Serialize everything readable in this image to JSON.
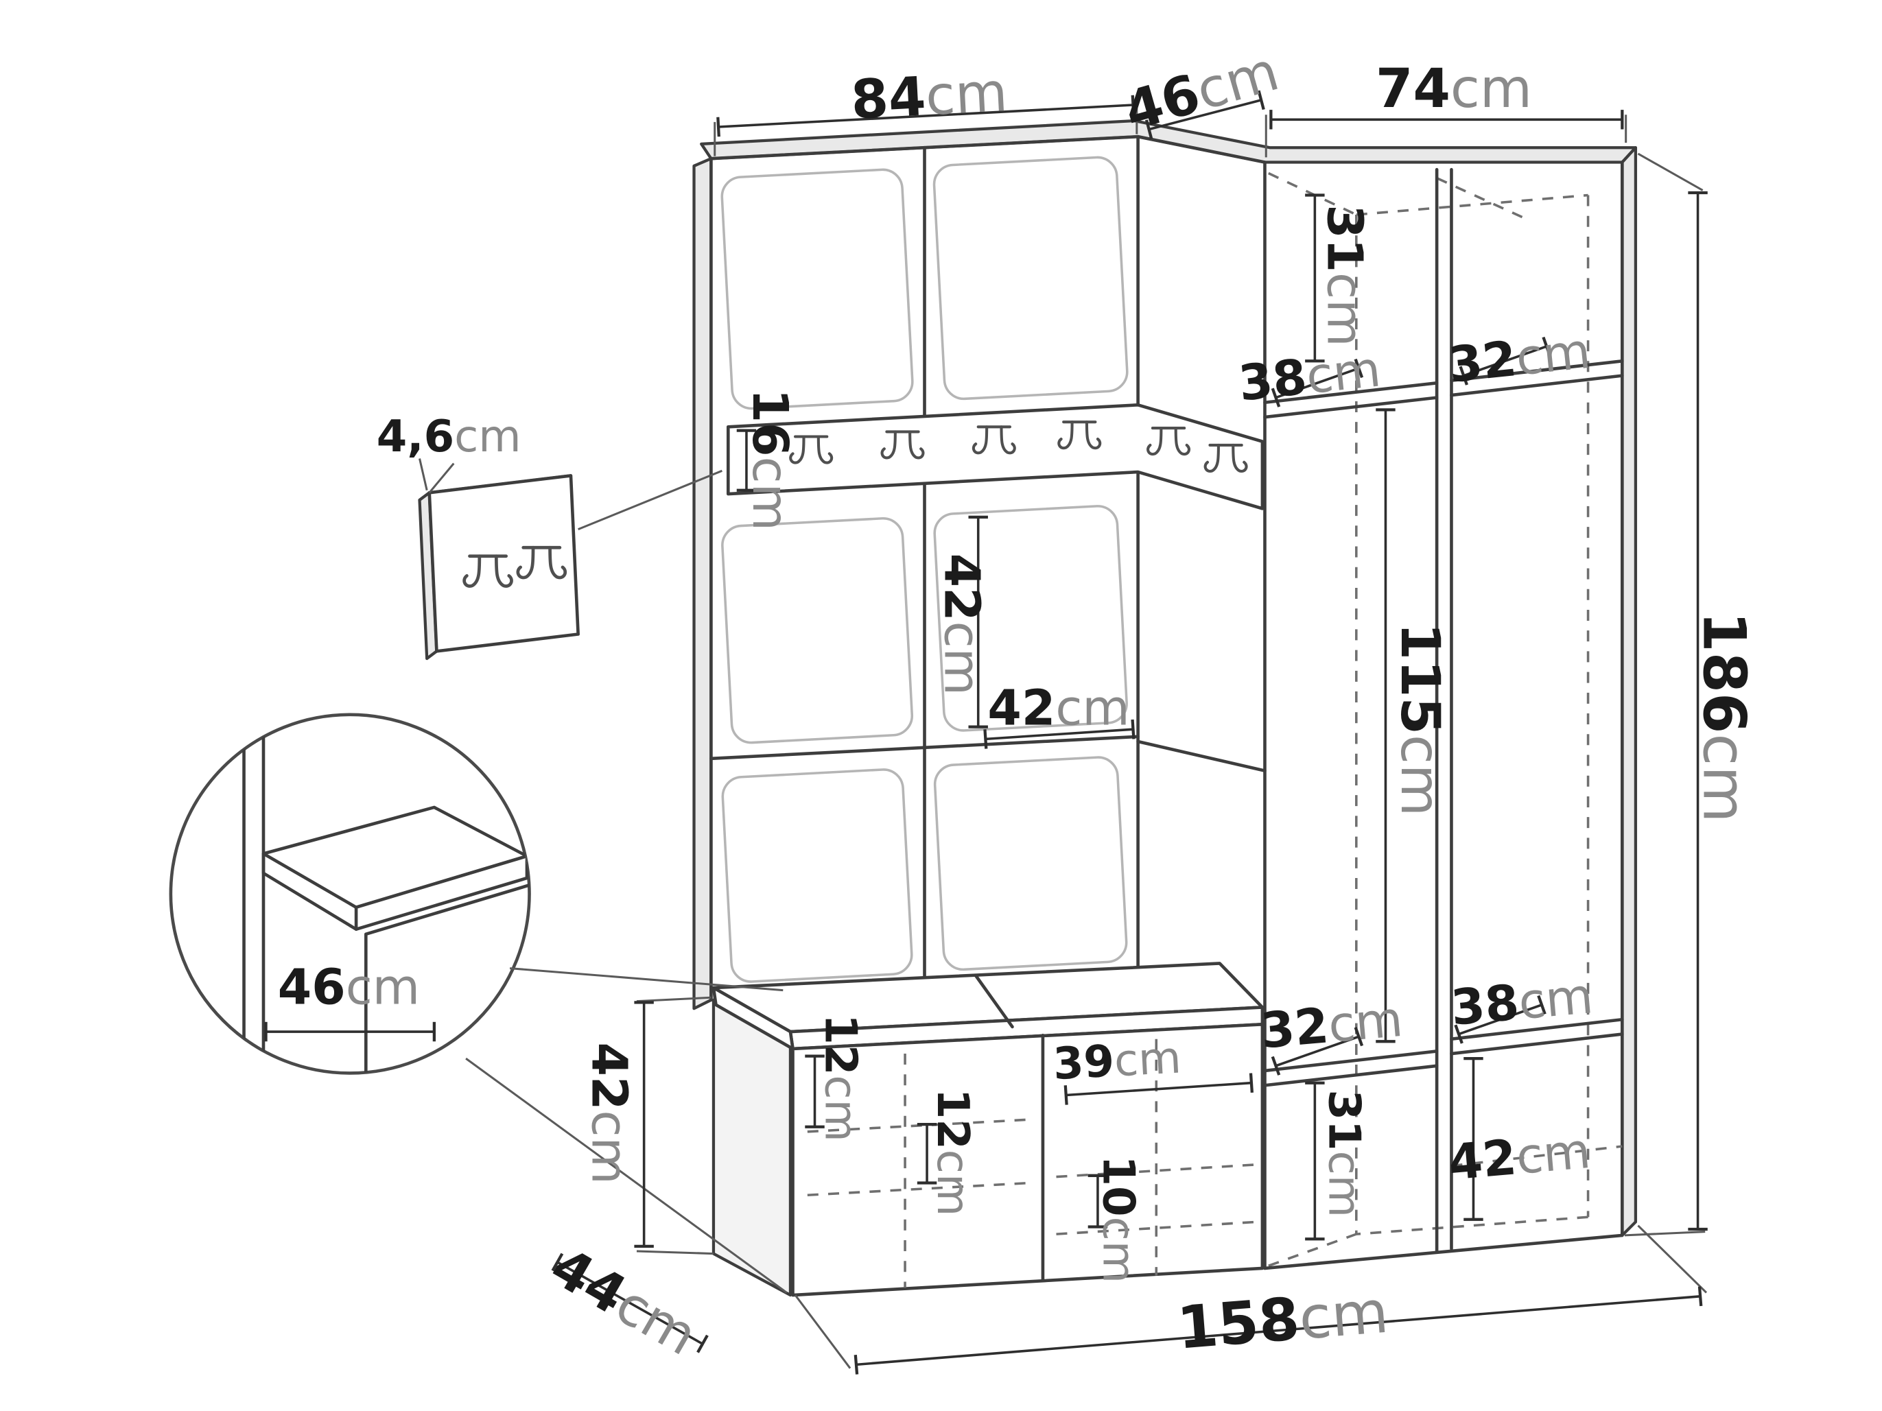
{
  "labels": {
    "top_left_width": {
      "value": "84",
      "unit": "cm"
    },
    "top_corner_depth": {
      "value": "46",
      "unit": "cm"
    },
    "top_right_width": {
      "value": "74",
      "unit": "cm"
    },
    "upper_right_inner_height": {
      "value": "31",
      "unit": "cm"
    },
    "right_shelf_depth_top": {
      "value": "32",
      "unit": "cm"
    },
    "left_shelf_depth_top": {
      "value": "38",
      "unit": "cm"
    },
    "rail_height": {
      "value": "16",
      "unit": "cm"
    },
    "wall_panel_thickness": {
      "value": "4,6",
      "unit": "cm"
    },
    "panel_height_mid": {
      "value": "42",
      "unit": "cm"
    },
    "panel_width_mid": {
      "value": "42",
      "unit": "cm"
    },
    "hanging_space_height": {
      "value": "115",
      "unit": "cm"
    },
    "total_height": {
      "value": "186",
      "unit": "cm"
    },
    "bench_depth_detail": {
      "value": "46",
      "unit": "cm"
    },
    "bench_height": {
      "value": "42",
      "unit": "cm"
    },
    "bench_shelf_a": {
      "value": "12",
      "unit": "cm"
    },
    "bench_shelf_b": {
      "value": "12",
      "unit": "cm"
    },
    "bench_compartment_width": {
      "value": "39",
      "unit": "cm"
    },
    "bench_shelf_c": {
      "value": "10",
      "unit": "cm"
    },
    "lower_shelf_depth": {
      "value": "32",
      "unit": "cm"
    },
    "lower_inner_height": {
      "value": "31",
      "unit": "cm"
    },
    "lower_right_shelf_depth": {
      "value": "38",
      "unit": "cm"
    },
    "lower_right_compartment_height": {
      "value": "42",
      "unit": "cm"
    },
    "bench_depth": {
      "value": "44",
      "unit": "cm"
    },
    "total_width": {
      "value": "158",
      "unit": "cm"
    }
  },
  "colors": {
    "line": "#3d3d3d",
    "value_text": "#1b1b1b",
    "unit_text": "#8a8a8a",
    "shade": "#e9e9e9"
  }
}
